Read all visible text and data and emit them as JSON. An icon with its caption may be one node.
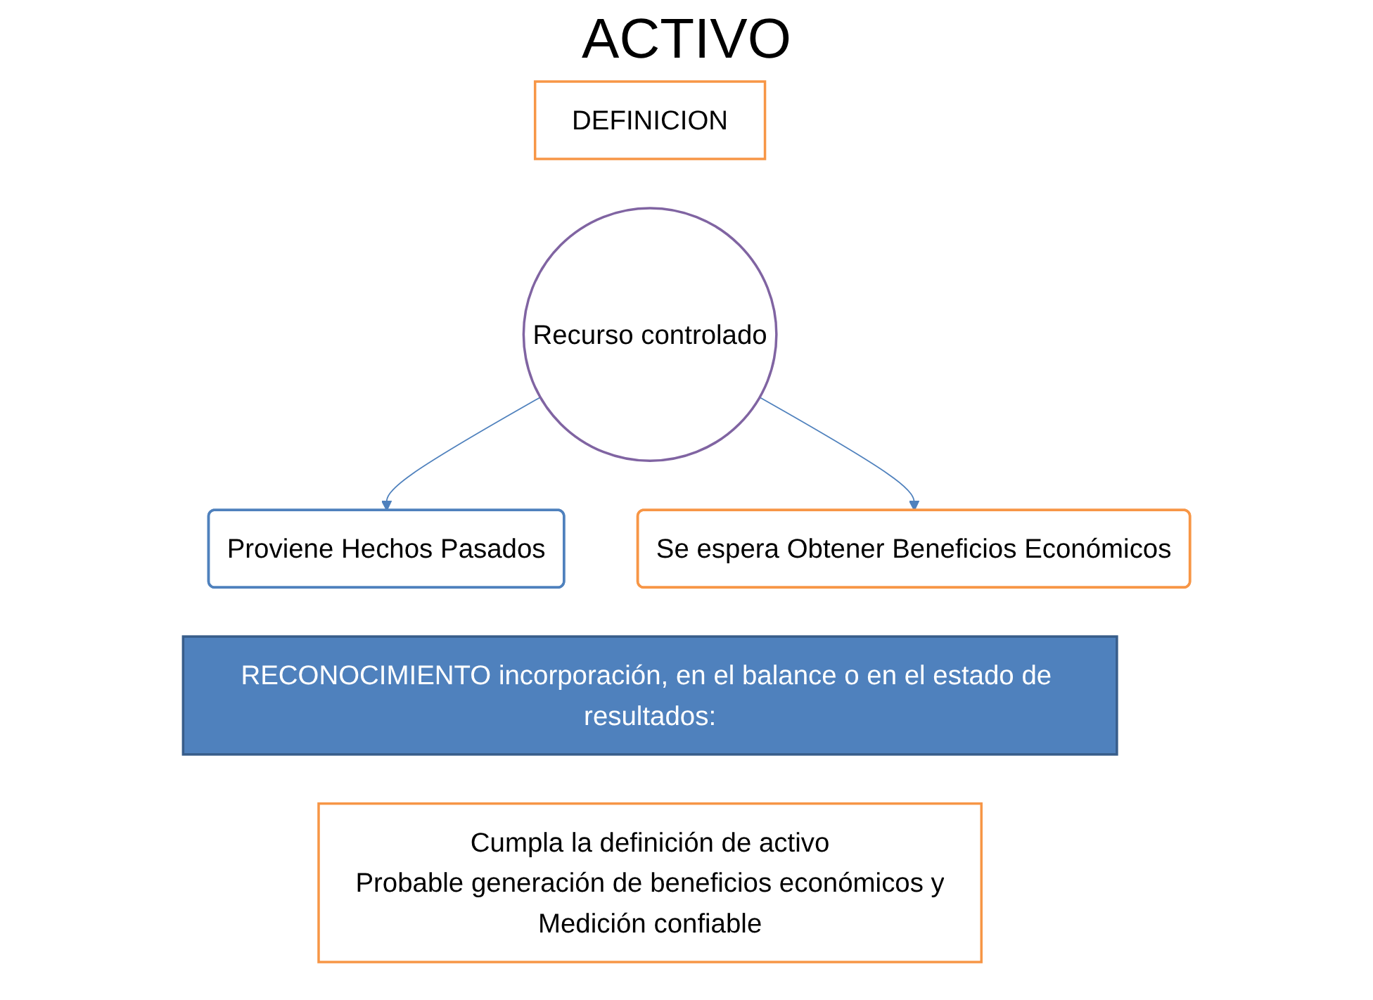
{
  "diagram": {
    "title": "ACTIVO",
    "nodes": [
      {
        "text": [
          "DEFINICION"
        ]
      },
      {
        "text": [
          "Proviene Hechos Pasados"
        ]
      },
      {
        "text": [
          "Recurso controlado"
        ]
      },
      {
        "text": [
          "Se espera Obtener Beneficios Económicos"
        ]
      },
      {
        "text": [
          "RECONOCIMIENTO incorporación, en el balance o en el estado de resultados:"
        ]
      },
      {
        "text": [
          "Cumpla la definición de activo",
          "Probable generación de beneficios económicos y",
          "Medición confiable"
        ]
      }
    ],
    "edges": [
      {
        "from": 2,
        "to": 1,
        "arrow": "to"
      },
      {
        "from": 2,
        "to": 3,
        "arrow": "to"
      }
    ]
  }
}
